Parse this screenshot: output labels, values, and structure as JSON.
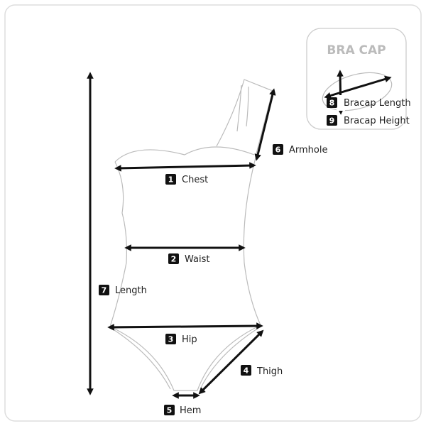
{
  "bracap": {
    "title": "BRA CAP",
    "items": [
      {
        "num": "8",
        "label": "Bracap Length"
      },
      {
        "num": "9",
        "label": "Bracap Height"
      }
    ]
  },
  "measurements": [
    {
      "num": "1",
      "label": "Chest"
    },
    {
      "num": "2",
      "label": "Waist"
    },
    {
      "num": "3",
      "label": "Hip"
    },
    {
      "num": "4",
      "label": "Thigh"
    },
    {
      "num": "5",
      "label": "Hem"
    },
    {
      "num": "6",
      "label": "Armhole"
    },
    {
      "num": "7",
      "label": "Length"
    }
  ],
  "colors": {
    "frame": "#dddddd",
    "badge": "#111111",
    "outline": "#bbbbbb",
    "title": "#bbbbbb"
  }
}
